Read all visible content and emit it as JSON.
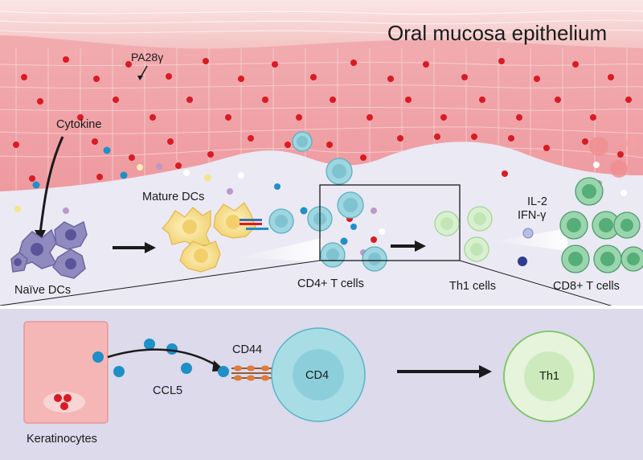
{
  "title": "Oral mucosa epithelium",
  "labels": {
    "pa28": "PA28γ",
    "cytokine": "Cytokine",
    "mature_dcs": "Mature DCs",
    "naive_dcs": "Naïve DCs",
    "cd4_t_cells": "CD4+ T cells",
    "th1_cells": "Th1 cells",
    "cd8_t_cells": "CD8+ T cells",
    "il2": "IL-2",
    "ifng": "IFN-γ"
  },
  "inset": {
    "cd44": "CD44",
    "ccl5": "CCL5",
    "keratinocytes": "Keratinocytes",
    "cd4": "CD4",
    "th1": "Th1"
  },
  "colors": {
    "epithelium": "#efa5aa",
    "nucleus": "#d91b24",
    "cd4_cell": "#9fd6df",
    "th1_cell": "#cfe9c4",
    "cd8_cell": "#6fba8c",
    "ccl5": "#1f8fc8",
    "background": "#ebe9f3"
  }
}
